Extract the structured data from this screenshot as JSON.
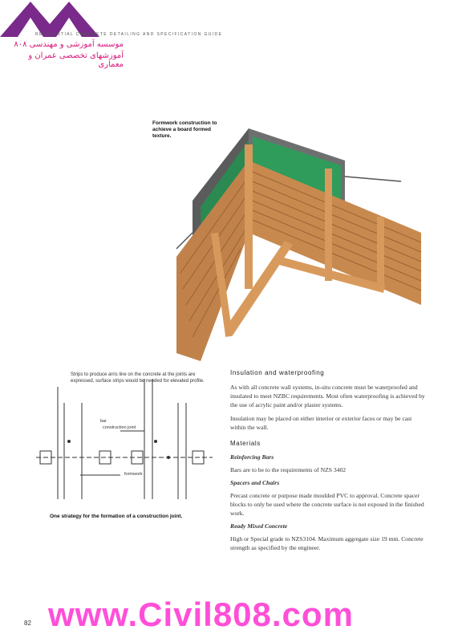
{
  "header": {
    "running_title": "RESIDENTIAL CONCRETE DETAILING AND SPECIFICATION GUIDE",
    "persian_line1": "موسسه آموزشی و مهندسی ۸۰۸",
    "persian_line2": "آموزشهای تخصصی عمران و معماری",
    "logo_color": "#7a2a8a"
  },
  "main_figure": {
    "caption": "Formwork construction to achieve a board formed texture.",
    "colors": {
      "timber": "#c8894e",
      "timber_dark": "#9a6334",
      "membrane": "#2f9c5c",
      "concrete": "#6e7070"
    }
  },
  "detail_figure": {
    "note": "Strips to produce arris line on the concrete at the joints are expressed, surface strips would be needed for elevated profile.",
    "label_bar": "bar",
    "label_construction_joint": "construction joint",
    "label_formwork": "formwork",
    "caption": "One strategy for the formation of a construction joint."
  },
  "body": {
    "insulation_heading": "Insulation and waterproofing",
    "insulation_p1": "As with all concrete wall systems, in-situ concrete must be waterproofed and insulated to meet NZBC requirements. Most often waterproofing is achieved by the use of acrylic paint and/or plaster systems.",
    "insulation_p2": "Insulation may be placed on either interior or exterior faces or may be cast within the wall.",
    "materials_heading": "Materials",
    "reinforcing_heading": "Reinforcing Bars",
    "reinforcing_text": "Bars are to be to the requirements of NZS 3402",
    "spacers_heading": "Spacers and Chairs",
    "spacers_text": "Precast concrete or purpose made moulded PVC to approval. Concrete spacer blocks to only be used where the concrete surface is not exposed in the finished work.",
    "readymix_heading": "Ready Mixed Concrete",
    "readymix_text": "High or Special grade to NZS3104. Maximum aggregate size 19 mm. Concrete strength as specified by the engineer."
  },
  "footer": {
    "watermark": "www.Civil808.com",
    "page_number": "82"
  }
}
